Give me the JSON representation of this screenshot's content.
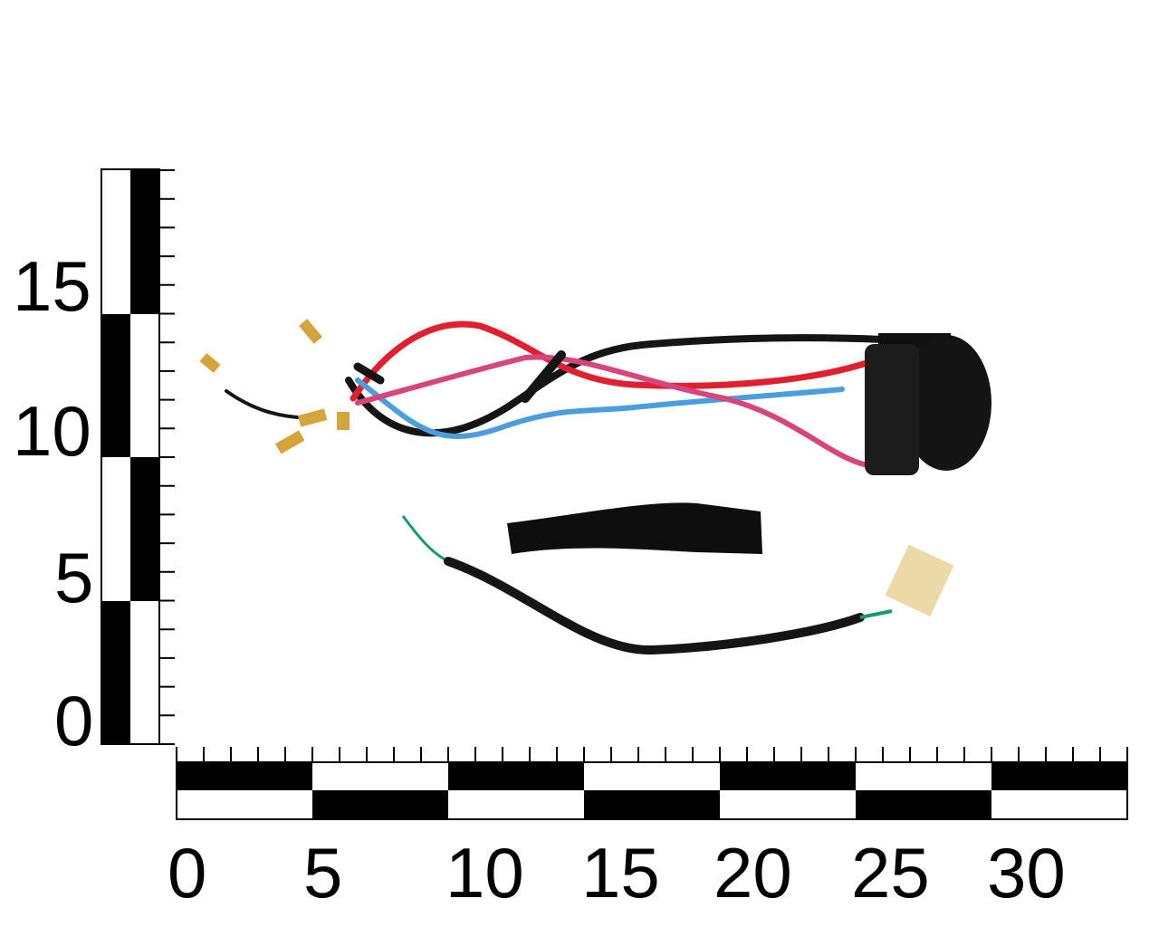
{
  "scale": {
    "unit_step": 5,
    "vertical_labels": [
      "0",
      "5",
      "10",
      "15"
    ],
    "horizontal_labels": [
      "0",
      "5",
      "10",
      "15",
      "20",
      "25",
      "30"
    ]
  },
  "photo": {
    "subject": "wiring-harness-with-connector",
    "wire_colors": {
      "red": "#e0202e",
      "blue": "#4a9ede",
      "pink": "#d8457a",
      "black": "#151515",
      "green": "#1a9a6a"
    }
  }
}
